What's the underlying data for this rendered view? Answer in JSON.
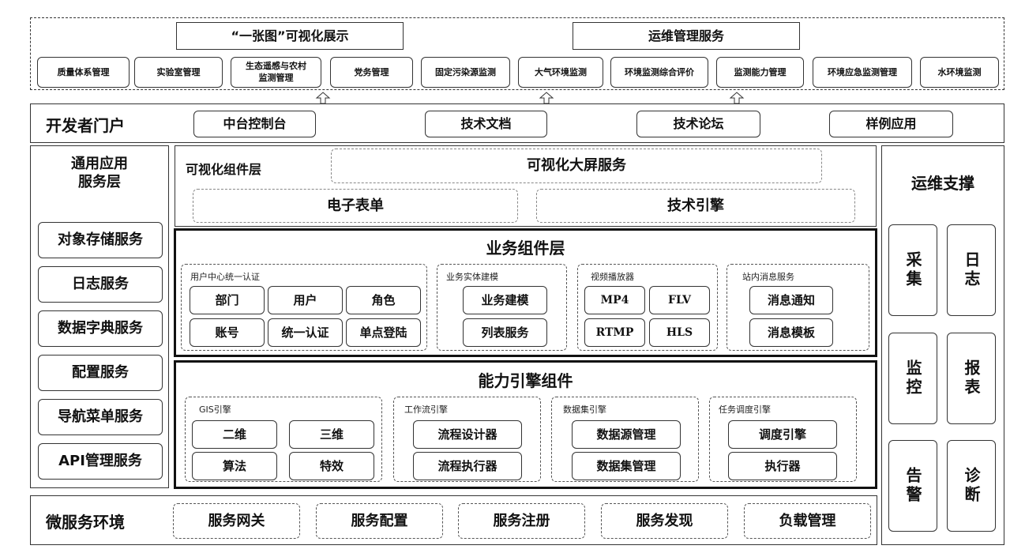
{
  "top": {
    "visual_display": "“一张图”可视化展示",
    "ops_service": "运维管理服务",
    "apps": [
      "质量体系管理",
      "实验室管理",
      "生态遥感与农村\n监测管理",
      "党务管理",
      "固定污染源监测",
      "大气环境监测",
      "环境监测综合评价",
      "监测能力管理",
      "环境应急监测管理",
      "水环境监测"
    ]
  },
  "dev_portal": {
    "title": "开发者门户",
    "items": [
      "中台控制台",
      "技术文档",
      "技术论坛",
      "样例应用"
    ]
  },
  "general_layer": {
    "title": "通用应用\n服务层",
    "items": [
      "对象存储服务",
      "日志服务",
      "数据字典服务",
      "配置服务",
      "导航菜单服务",
      "API管理服务"
    ]
  },
  "viz_layer": {
    "title": "可视化组件层",
    "big_screen": "可视化大屏服务",
    "form": "电子表单",
    "engine": "技术引擎"
  },
  "biz_layer": {
    "title": "业务组件层",
    "groups": [
      {
        "label": "用户中心统一认证",
        "items": [
          "部门",
          "用户",
          "角色",
          "账号",
          "统一认证",
          "单点登陆"
        ]
      },
      {
        "label": "业务实体建模",
        "items": [
          "业务建模",
          "列表服务"
        ]
      },
      {
        "label": "视频播放器",
        "items": [
          "MP4",
          "FLV",
          "RTMP",
          "HLS"
        ]
      },
      {
        "label": "站内消息服务",
        "items": [
          "消息通知",
          "消息模板"
        ]
      }
    ]
  },
  "cap_layer": {
    "title": "能力引擎组件",
    "groups": [
      {
        "label": "GIS引擎",
        "items": [
          "二维",
          "三维",
          "算法",
          "特效"
        ]
      },
      {
        "label": "工作流引擎",
        "items": [
          "流程设计器",
          "流程执行器"
        ]
      },
      {
        "label": "数据集引擎",
        "items": [
          "数据源管理",
          "数据集管理"
        ]
      },
      {
        "label": "任务调度引擎",
        "items": [
          "调度引擎",
          "执行器"
        ]
      }
    ]
  },
  "ops_support": {
    "title": "运维支撑",
    "items": [
      "采集",
      "日志",
      "监控",
      "报表",
      "告警",
      "诊断"
    ]
  },
  "microservice": {
    "title": "微服务环境",
    "items": [
      "服务网关",
      "服务配置",
      "服务注册",
      "服务发现",
      "负载管理"
    ]
  }
}
